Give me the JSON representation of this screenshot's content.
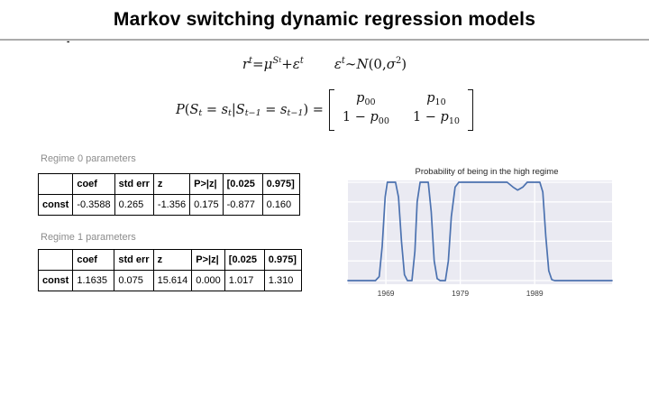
{
  "header": {
    "title": "Markov switching dynamic regression models",
    "stray_mark": "-"
  },
  "math": {
    "eq1": [
      {
        "t": "r",
        "s": "i"
      },
      {
        "t": "t",
        "s": "sub"
      },
      {
        "t": " = ",
        "s": "n"
      },
      {
        "t": "μ",
        "s": "i"
      },
      {
        "t": "S",
        "s": "sub"
      },
      {
        "t": "t",
        "s": "subsub"
      },
      {
        "t": " + ",
        "s": "n"
      },
      {
        "t": "ε",
        "s": "i"
      },
      {
        "t": "t",
        "s": "sub"
      },
      {
        "t": "",
        "s": "gap"
      },
      {
        "t": "ε",
        "s": "i"
      },
      {
        "t": "t",
        "s": "sub"
      },
      {
        "t": " ∼ ",
        "s": "n"
      },
      {
        "t": "N",
        "s": "i"
      },
      {
        "t": "(0, ",
        "s": "n"
      },
      {
        "t": "σ",
        "s": "i"
      },
      {
        "t": "2",
        "s": "sup"
      },
      {
        "t": ")",
        "s": "n"
      }
    ],
    "eq2_lhs": [
      {
        "t": "P",
        "s": "i"
      },
      {
        "t": "(",
        "s": "n"
      },
      {
        "t": "S",
        "s": "i"
      },
      {
        "t": "t",
        "s": "sub"
      },
      {
        "t": " = ",
        "s": "n"
      },
      {
        "t": "s",
        "s": "i"
      },
      {
        "t": "t",
        "s": "sub"
      },
      {
        "t": "|",
        "s": "n"
      },
      {
        "t": "S",
        "s": "i"
      },
      {
        "t": "t−1",
        "s": "sub"
      },
      {
        "t": " = ",
        "s": "n"
      },
      {
        "t": "s",
        "s": "i"
      },
      {
        "t": "t−1",
        "s": "sub"
      },
      {
        "t": ") = ",
        "s": "n"
      }
    ],
    "matrix": {
      "r0c0": [
        {
          "t": "p",
          "s": "i"
        },
        {
          "t": "00",
          "s": "subn"
        }
      ],
      "r0c1": [
        {
          "t": "p",
          "s": "i"
        },
        {
          "t": "10",
          "s": "subn"
        }
      ],
      "r1c0": [
        {
          "t": "1 − ",
          "s": "n"
        },
        {
          "t": "p",
          "s": "i"
        },
        {
          "t": "00",
          "s": "subn"
        }
      ],
      "r1c1": [
        {
          "t": "1 − ",
          "s": "n"
        },
        {
          "t": "p",
          "s": "i"
        },
        {
          "t": "10",
          "s": "subn"
        }
      ]
    }
  },
  "tables": [
    {
      "label": "Regime 0 parameters",
      "headers": [
        "",
        "coef",
        "std err",
        "z",
        "P>|z|",
        "[0.025",
        "0.975]"
      ],
      "rows": [
        [
          "const",
          "-0.3588",
          "0.265",
          "-1.356",
          "0.175",
          "-0.877",
          "0.160"
        ]
      ]
    },
    {
      "label": "Regime 1 parameters",
      "headers": [
        "",
        "coef",
        "std err",
        "z",
        "P>|z|",
        "[0.025",
        "0.975]"
      ],
      "rows": [
        [
          "const",
          "1.1635",
          "0.075",
          "15.614",
          "0.000",
          "1.017",
          "1.310"
        ]
      ]
    }
  ],
  "chart_data": {
    "type": "line",
    "title": "Probability of being in the high regime",
    "xlabel": "",
    "ylabel": "",
    "xlim": [
      1963.9,
      1999.4
    ],
    "ylim": [
      0,
      1
    ],
    "grid": true,
    "legend_position": "none",
    "y_gridlines": [
      0,
      0.2,
      0.4,
      0.6,
      0.8,
      1.0
    ],
    "x_ticks": [
      {
        "value": 1969,
        "label": "1969"
      },
      {
        "value": 1979,
        "label": "1979"
      },
      {
        "value": 1989,
        "label": "1989"
      }
    ],
    "colors": {
      "plot_background": "#eaeaf2",
      "grid": "#ffffff",
      "line": "#4c72b0",
      "title_text": "#262626",
      "tick_text": "#3d3d3d"
    },
    "series": [
      {
        "points": [
          [
            1963.9,
            0
          ],
          [
            1967.6,
            0
          ],
          [
            1968.1,
            0.04
          ],
          [
            1968.5,
            0.35
          ],
          [
            1968.9,
            0.85
          ],
          [
            1969.2,
            1
          ],
          [
            1970.3,
            1
          ],
          [
            1970.7,
            0.85
          ],
          [
            1971.1,
            0.4
          ],
          [
            1971.5,
            0.06
          ],
          [
            1971.9,
            0
          ],
          [
            1972.5,
            0
          ],
          [
            1972.9,
            0.3
          ],
          [
            1973.2,
            0.8
          ],
          [
            1973.6,
            1
          ],
          [
            1974.7,
            1
          ],
          [
            1975.1,
            0.7
          ],
          [
            1975.5,
            0.2
          ],
          [
            1975.9,
            0.02
          ],
          [
            1976.3,
            0
          ],
          [
            1977.0,
            0
          ],
          [
            1977.4,
            0.2
          ],
          [
            1977.8,
            0.65
          ],
          [
            1978.3,
            0.95
          ],
          [
            1978.8,
            1
          ],
          [
            1985.3,
            1
          ],
          [
            1986.1,
            0.95
          ],
          [
            1986.7,
            0.92
          ],
          [
            1987.4,
            0.95
          ],
          [
            1988.0,
            1
          ],
          [
            1989.7,
            1
          ],
          [
            1990.1,
            0.9
          ],
          [
            1990.5,
            0.45
          ],
          [
            1990.9,
            0.1
          ],
          [
            1991.3,
            0.01
          ],
          [
            1991.7,
            0
          ],
          [
            1999.4,
            0
          ]
        ]
      }
    ]
  }
}
